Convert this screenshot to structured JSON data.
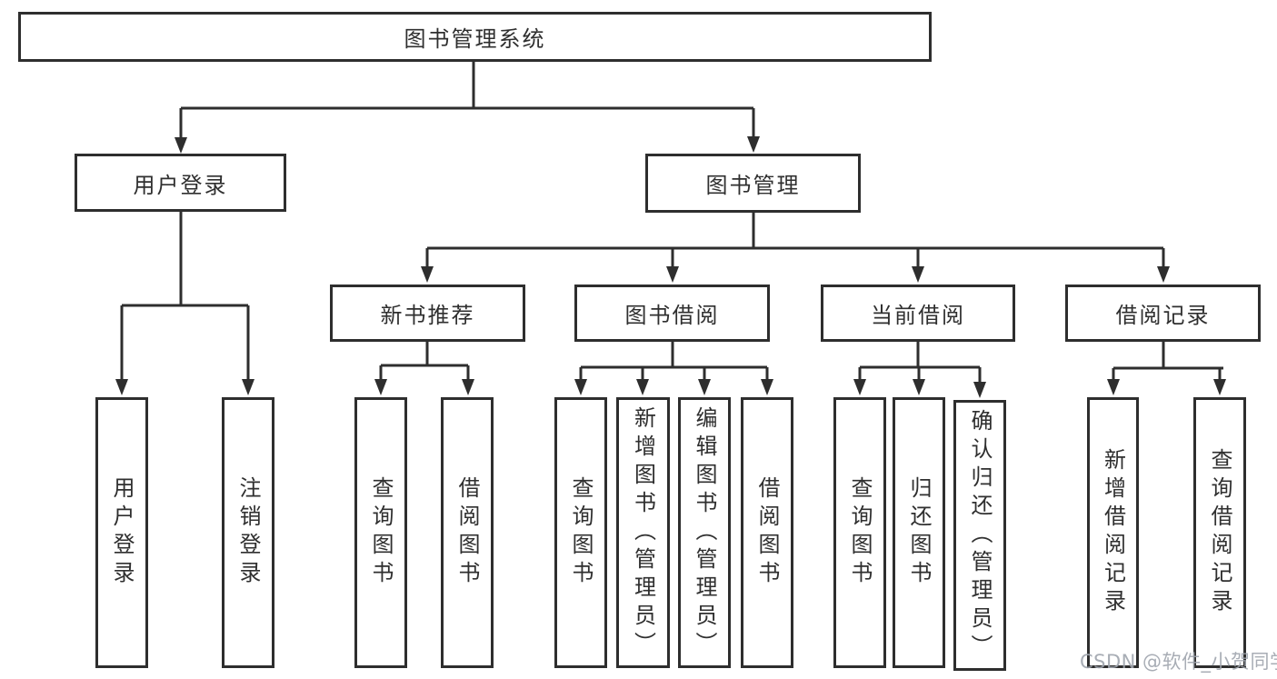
{
  "diagram_type": "hierarchy",
  "tree": {
    "root": "图书管理系统",
    "user_login": {
      "label": "用户登录",
      "leaves": {
        "login": "用户登录",
        "logout": "注销登录"
      }
    },
    "book_mgmt": {
      "label": "图书管理",
      "sections": {
        "new_book_rec": {
          "label": "新书推荐",
          "leaves": {
            "query_books": "查询图书",
            "borrow_books": "借阅图书"
          }
        },
        "book_borrow": {
          "label": "图书借阅",
          "leaves": {
            "query_books": "查询图书",
            "add_books": "新增图书（管理员）",
            "edit_books": "编辑图书（管理员）",
            "borrow_books": "借阅图书"
          }
        },
        "current_borrow": {
          "label": "当前借阅",
          "leaves": {
            "query_books": "查询图书",
            "return_books": "归还图书",
            "confirm_return": "确认归还（管理员）"
          }
        },
        "borrow_records": {
          "label": "借阅记录",
          "leaves": {
            "add_record": "新增借阅记录",
            "query_record": "查询借阅记录"
          }
        }
      }
    }
  },
  "watermark": "CSDN @软件_小贺同学",
  "colors": {
    "line": "#2e2e2e",
    "text": "#2f2f2f",
    "background": "#ffffff",
    "watermark": "#9ea4ad"
  }
}
